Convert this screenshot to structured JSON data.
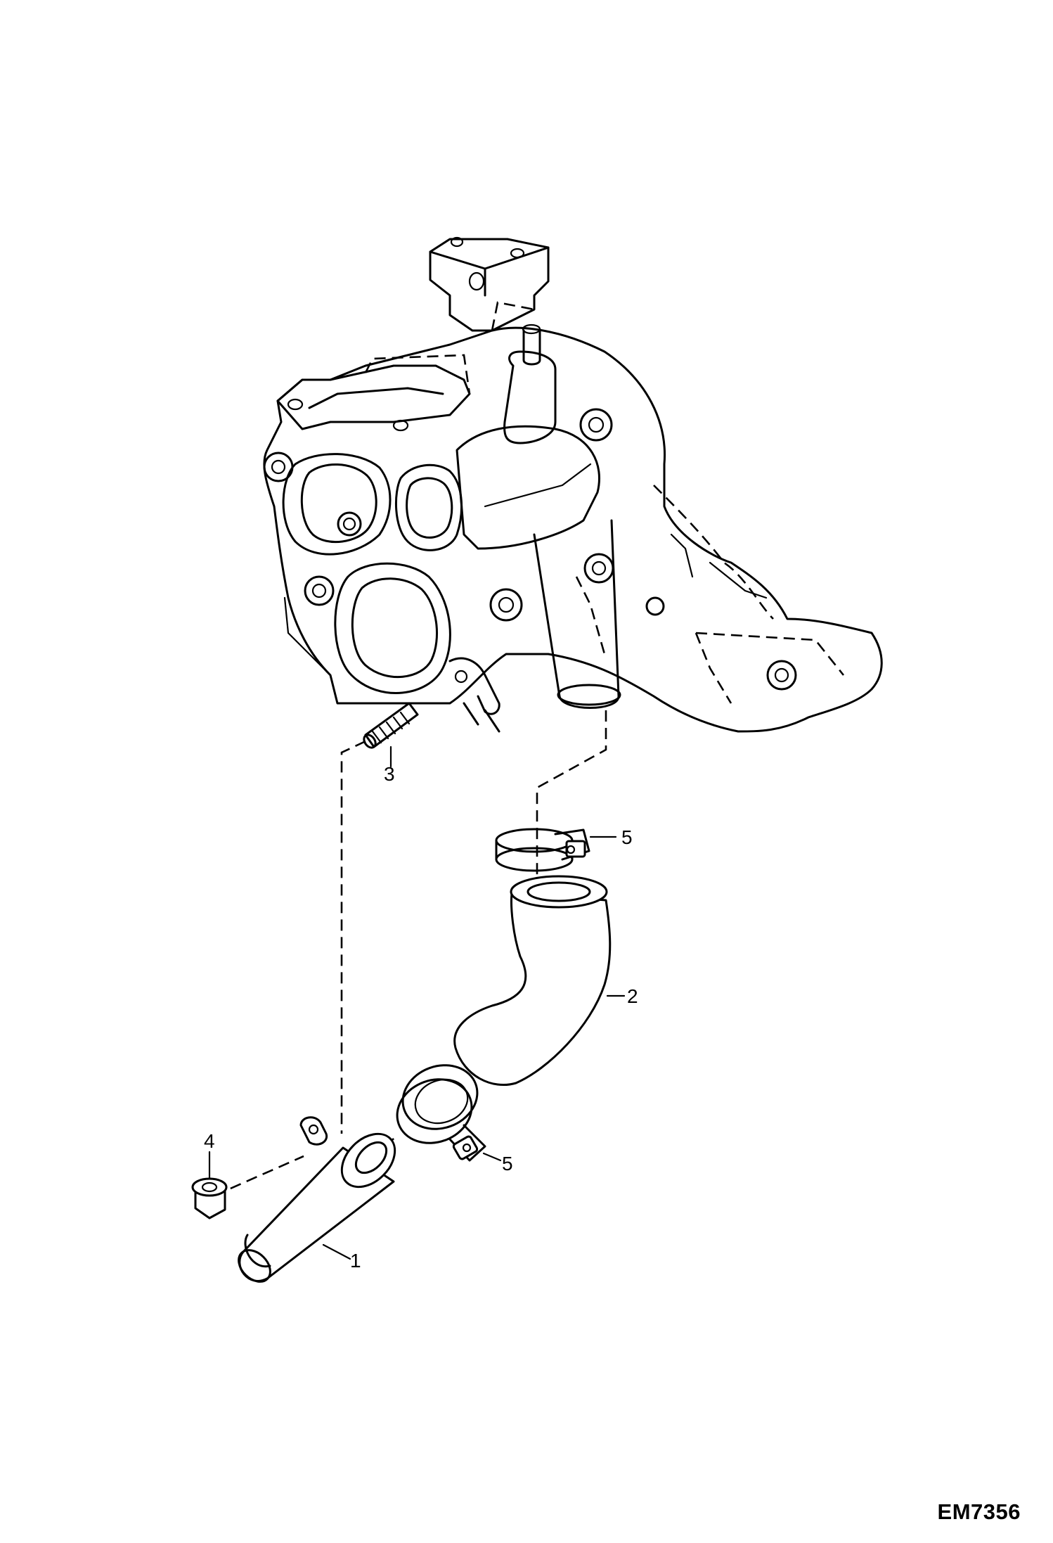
{
  "callouts": {
    "part1": "1",
    "part2": "2",
    "part3": "3",
    "part4": "4",
    "part5_upper": "5",
    "part5_lower": "5"
  },
  "reference_code": "EM7356"
}
